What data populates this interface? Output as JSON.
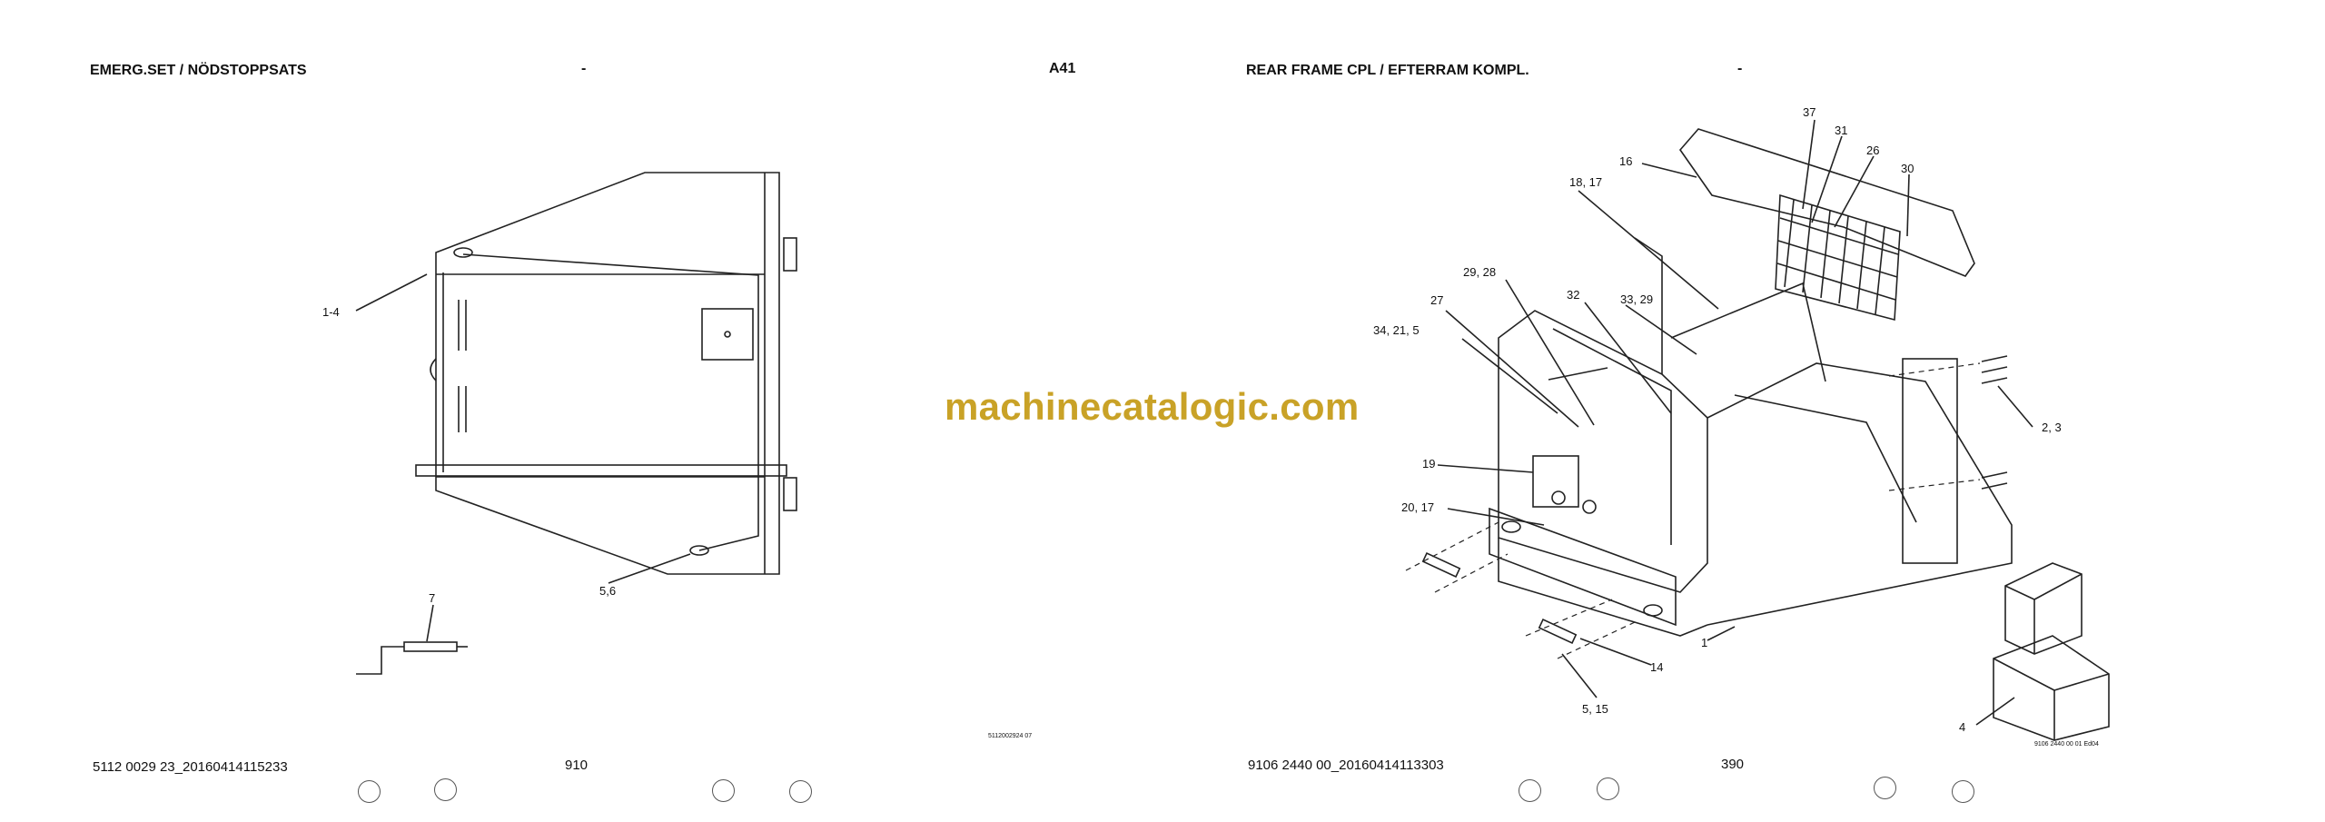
{
  "left_page": {
    "title": "EMERG.SET / NÖDSTOPPSATS",
    "dash": "-",
    "callouts": [
      "1-4",
      "5,6",
      "7"
    ],
    "footer_code": "5112 0029 23_20160414115233",
    "page_number": "910",
    "drawing_ref": "5112002924 07"
  },
  "center": {
    "page_label": "A41"
  },
  "right_page": {
    "title": "REAR FRAME CPL / EFTERRAM KOMPL.",
    "dash": "-",
    "callouts": [
      "37",
      "31",
      "26",
      "16",
      "30",
      "18, 17",
      "29, 28",
      "32",
      "33, 29",
      "27",
      "34, 21, 5",
      "2, 3",
      "19",
      "20, 17",
      "14",
      "5, 15",
      "1",
      "4"
    ],
    "footer_code": "9106 2440 00_20160414113303",
    "page_number": "390",
    "drawing_ref": "9106 2440 00 01 Ed04"
  },
  "watermark": "machinecatalogic.com"
}
